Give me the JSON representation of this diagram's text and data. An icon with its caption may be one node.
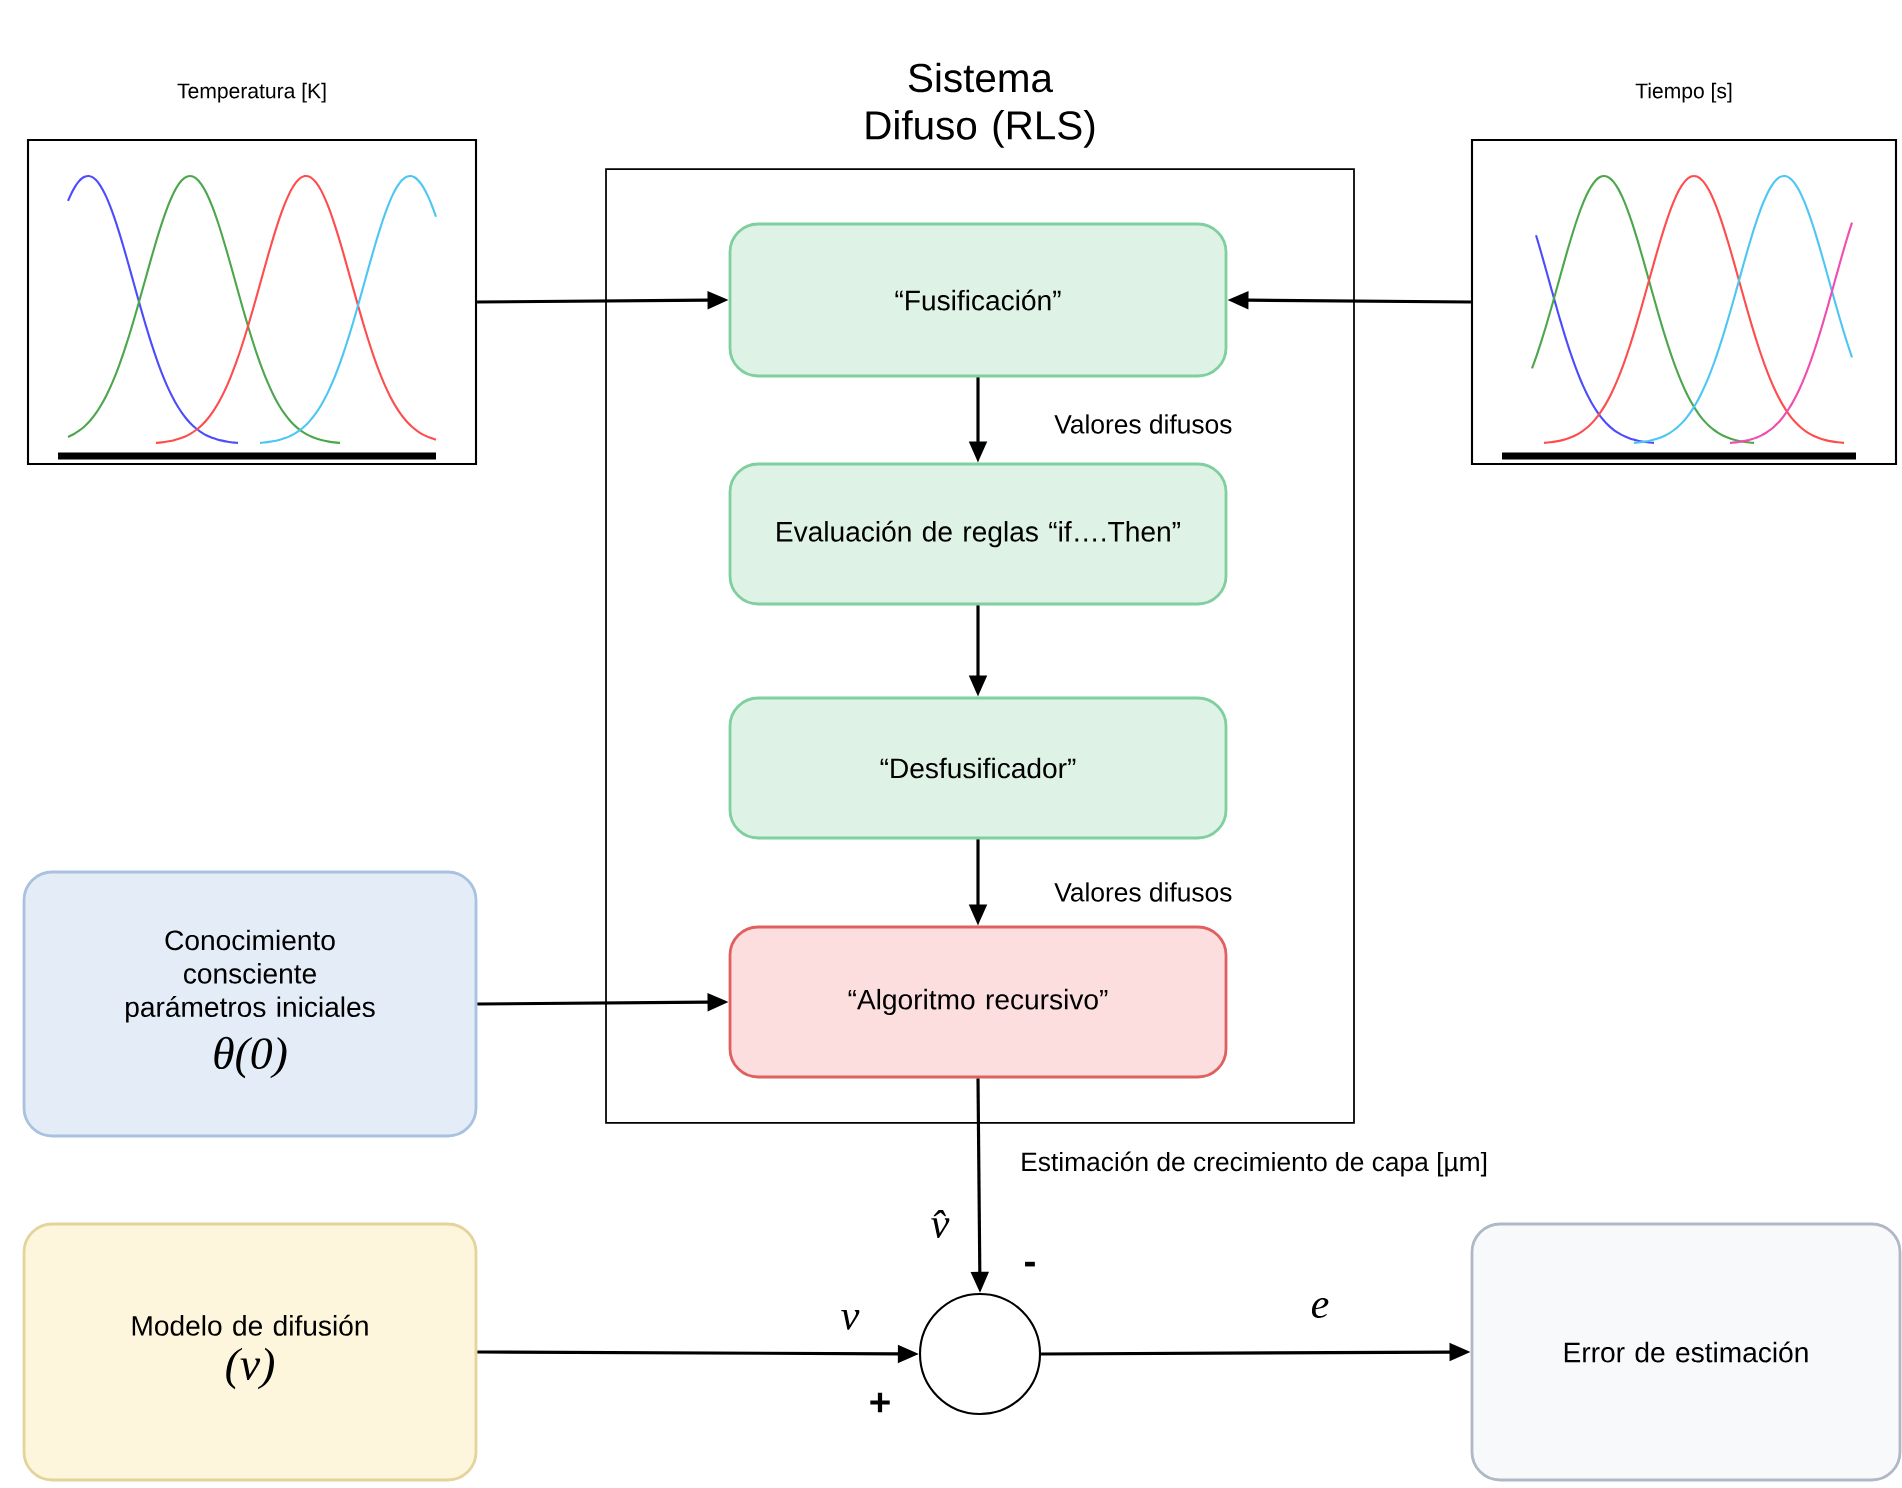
{
  "diagram": {
    "nodes": [
      {
        "text": [
          "Sistema Difuso (RLS)"
        ]
      },
      {
        "text": [
          "Temperatura [K]"
        ]
      },
      {
        "text": [
          "Tiempo [s]"
        ]
      },
      {
        "text": [
          "“Fusificación”"
        ],
        "in": 0
      },
      {
        "text": [
          "Evaluación de reglas “if….Then”"
        ],
        "in": 0
      },
      {
        "text": [
          "“Desfusificador”"
        ],
        "in": 0
      },
      {
        "text": [
          "“Algoritmo recursivo”"
        ],
        "in": 0
      },
      {
        "text": [
          "Conocimiento consciente parámetros iniciales",
          "θ(0)"
        ]
      },
      {
        "text": [
          "Modelo de difusión",
          "(v)"
        ]
      },
      {
        "text": [],
        "shape": "circle",
        "beside": [
          "-",
          "+"
        ]
      },
      {
        "text": [
          "Error de estimación"
        ]
      }
    ],
    "edges": [
      {
        "from": 1,
        "to": 3,
        "arrow": "to"
      },
      {
        "from": 2,
        "to": 3,
        "arrow": "to"
      },
      {
        "from": 3,
        "to": 4,
        "arrow": "to",
        "label": "Valores difusos"
      },
      {
        "from": 4,
        "to": 5,
        "arrow": "to"
      },
      {
        "from": 5,
        "to": 6,
        "arrow": "to",
        "label": "Valores difusos"
      },
      {
        "from": 7,
        "to": 6,
        "arrow": "to"
      },
      {
        "from": 6,
        "to": 9,
        "arrow": "to",
        "label": "Estimación de crecimiento de capa [µm]"
      },
      {
        "from": 8,
        "to": 9,
        "arrow": "to",
        "label": "v"
      },
      {
        "from": 9,
        "to": 10,
        "arrow": "to",
        "label": "e"
      }
    ],
    "labels": [
      "v̂"
    ]
  }
}
